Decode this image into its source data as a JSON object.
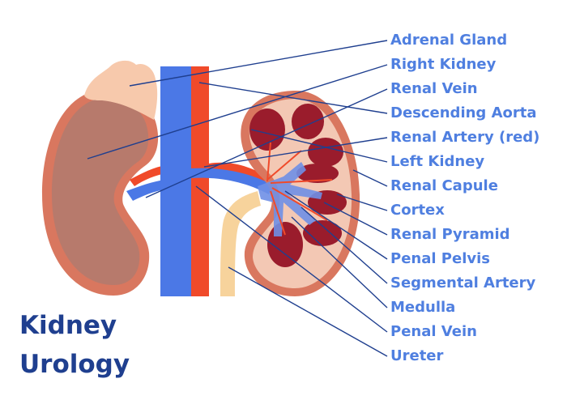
{
  "title_lines": [
    "Kidney",
    "Urology"
  ],
  "labels": [
    "Adrenal Gland",
    "Right Kidney",
    "Renal Vein",
    "Descending Aorta",
    "Renal Artery (red)",
    "Left Kidney",
    "Renal Capule",
    "Cortex",
    "Renal Pyramid",
    "Penal Pelvis",
    "Segmental Artery",
    "Medulla",
    "Penal Vein",
    "Ureter"
  ],
  "colors": {
    "label_text": "#4f7fe0",
    "title_text": "#1f3f8f",
    "leader_line": "#1f3f8f",
    "vein_blue": "#4b78e6",
    "aorta_red": "#f04a2a",
    "kidney_outer": "#d9775f",
    "kidney_inner": "#b77a6c",
    "cortex": "#f3c8b4",
    "pyramid": "#9a1c2c",
    "adrenal": "#f7c9ac",
    "ureter": "#f7d39c"
  }
}
